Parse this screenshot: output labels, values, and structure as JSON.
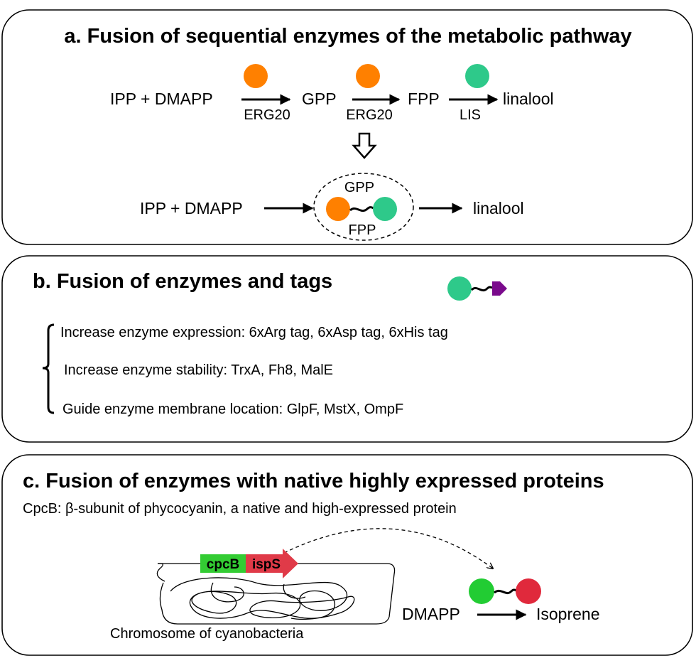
{
  "colors": {
    "erg20": "#ff8000",
    "lis": "#2ec98a",
    "tag": "#7a0a8c",
    "cpcb_enzyme": "#22cc33",
    "isps_enzyme": "#e0293c",
    "cpcb_gene": "#33cc33",
    "isps_gene": "#e03a48"
  },
  "panel_a": {
    "title": "a. Fusion of sequential enzymes of the metabolic pathway",
    "substrate": "IPP + DMAPP",
    "intermediate1": "GPP",
    "intermediate2": "FPP",
    "product": "linalool",
    "enzyme1": "ERG20",
    "enzyme2": "ERG20",
    "enzyme3": "LIS",
    "fused_substrate": "IPP + DMAPP",
    "fused_top": "GPP",
    "fused_bottom": "FPP",
    "fused_product": "linalool"
  },
  "panel_b": {
    "title": "b. Fusion of enzymes and tags",
    "items": [
      "Increase enzyme expression: 6xArg tag, 6xAsp tag, 6xHis tag",
      "Increase enzyme stability: TrxA, Fh8, MalE",
      "Guide enzyme membrane location: GlpF, MstX, OmpF"
    ]
  },
  "panel_c": {
    "title": "c. Fusion of enzymes with native highly expressed proteins",
    "note": "CpcB: β-subunit of phycocyanin, a native and high-expressed protein",
    "gene1": "cpcB",
    "gene2": "ispS",
    "chromosome": "Chromosome of cyanobacteria",
    "substrate": "DMAPP",
    "product": "Isoprene"
  }
}
